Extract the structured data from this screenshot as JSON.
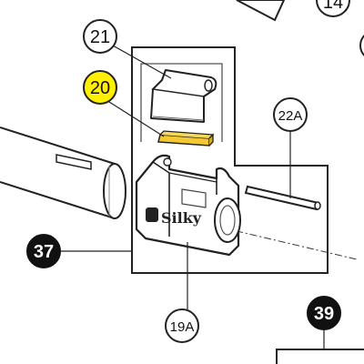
{
  "parts": {
    "cap": "21",
    "yellow_pad": "20",
    "pin": "22A",
    "tube": "37",
    "body": "19A",
    "adjacent_part": "39",
    "top_right_part": "14"
  },
  "brand_logo_text": "Silky",
  "colors": {
    "highlight": "#ffef00",
    "dark_callout": "#111111",
    "line": "#222222",
    "yellow_part": "#f3c830"
  }
}
